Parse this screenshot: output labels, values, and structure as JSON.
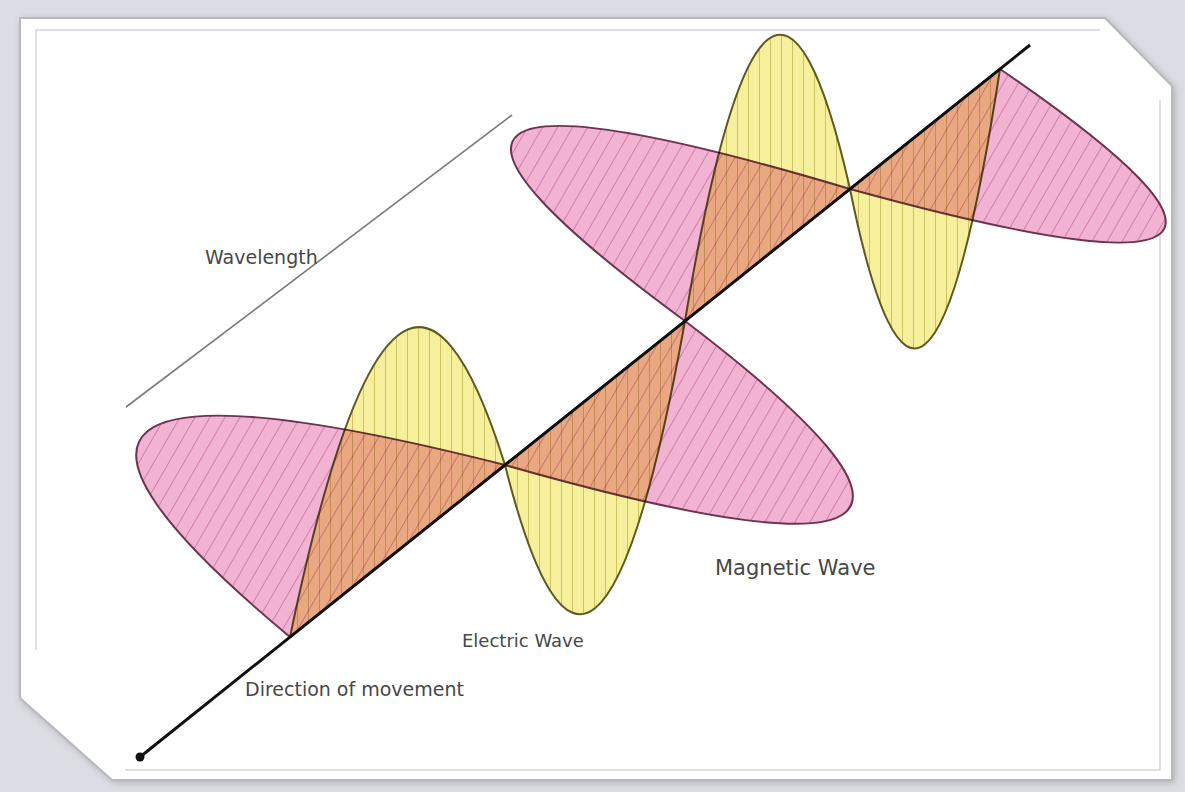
{
  "diagram": {
    "labels": [
      "Wavelength",
      "Magnetic Wave",
      "Electric Wave",
      "Direction of movement"
    ]
  }
}
